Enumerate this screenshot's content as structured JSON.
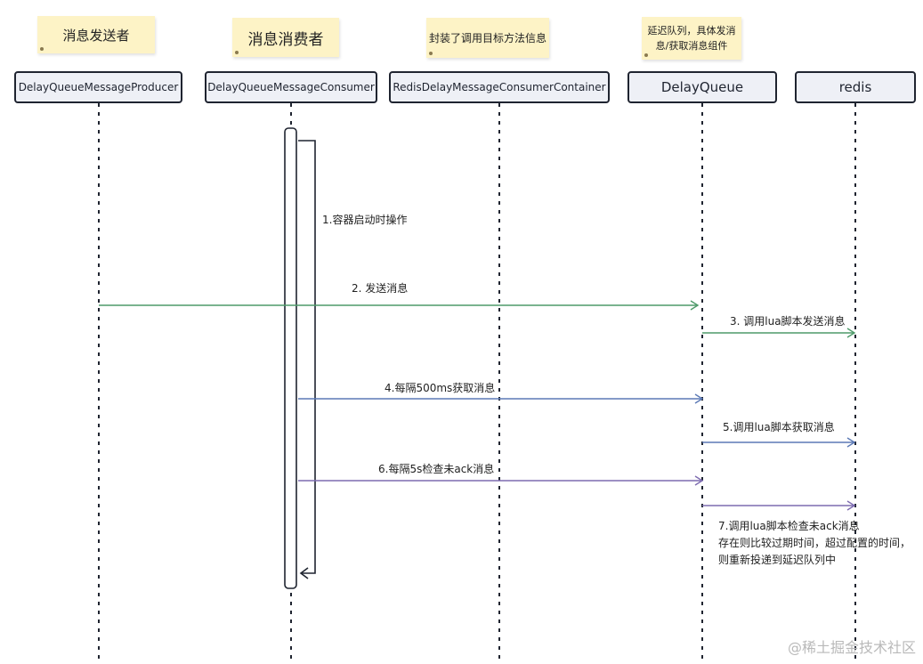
{
  "notes": [
    {
      "id": "producer",
      "text": "消息发送者"
    },
    {
      "id": "consumer",
      "text": "消息消费者"
    },
    {
      "id": "container",
      "text": "封装了调用目标方法信息"
    },
    {
      "id": "queue",
      "text": "延迟队列，具体发消息/获取消息组件"
    }
  ],
  "participants": [
    {
      "id": "producer",
      "label": "DelayQueueMessageProducer"
    },
    {
      "id": "consumer",
      "label": "DelayQueueMessageConsumer"
    },
    {
      "id": "container",
      "label": "RedisDelayMessageConsumerContainer"
    },
    {
      "id": "delayqueue",
      "label": "DelayQueue"
    },
    {
      "id": "redis",
      "label": "redis"
    }
  ],
  "messages": [
    {
      "id": "m1",
      "label": "1.容器启动时操作",
      "color": "#1f2430"
    },
    {
      "id": "m2",
      "label": "2. 发送消息",
      "color": "#4f9a6a"
    },
    {
      "id": "m3",
      "label": "3. 调用lua脚本发送消息",
      "color": "#4f9a6a"
    },
    {
      "id": "m4",
      "label": "4.每隔500ms获取消息",
      "color": "#5b79b5"
    },
    {
      "id": "m5",
      "label": "5.调用lua脚本获取消息",
      "color": "#5b79b5"
    },
    {
      "id": "m6",
      "label": "6.每隔5s检查未ack消息",
      "color": "#7d6bb0"
    },
    {
      "id": "m7",
      "label": "7.调用lua脚本检查未ack消息\n存在则比较过期时间，超过配置的时间，\n则重新投递到延迟队列中",
      "color": "#7d6bb0"
    }
  ],
  "watermark": "@稀土掘金技术社区"
}
